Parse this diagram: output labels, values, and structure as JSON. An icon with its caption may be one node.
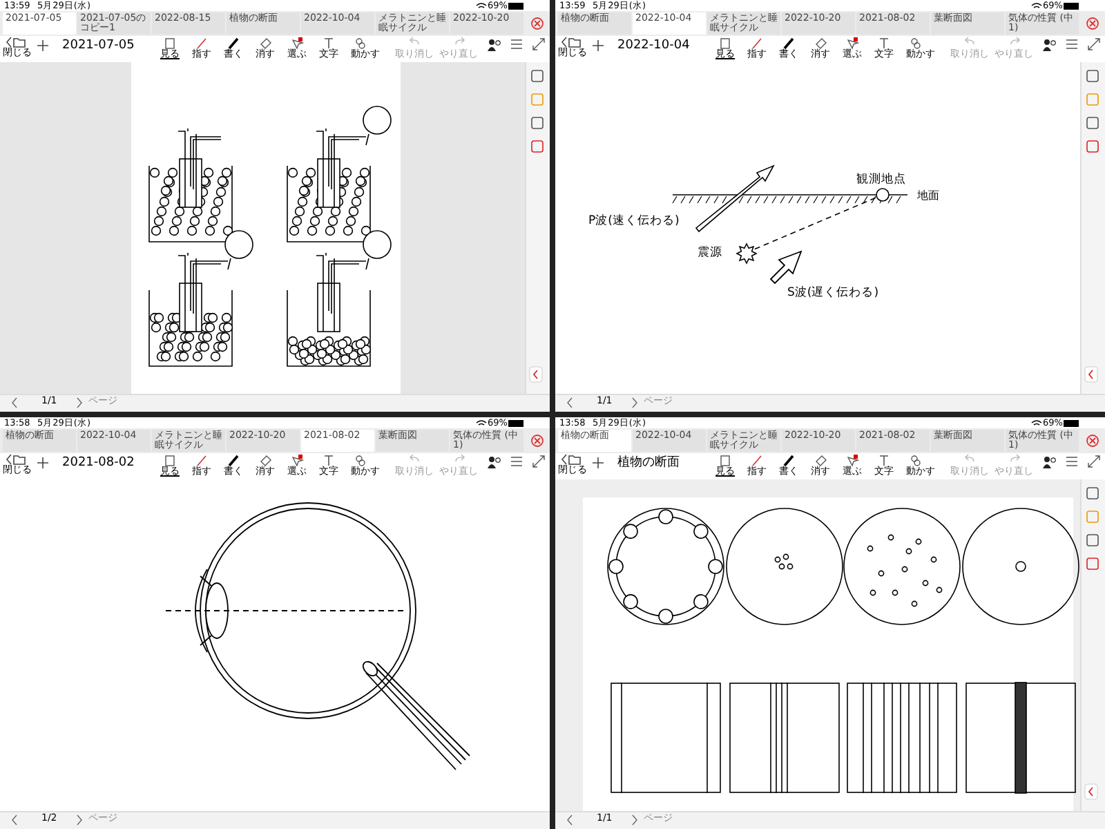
{
  "diagram": {
    "nodes": [
      {
        "text": [],
        "shape": "star",
        "beside": [
          "震源"
        ]
      },
      {
        "text": [],
        "shape": "circle",
        "beside": [
          "観測地点"
        ]
      }
    ],
    "edges": [
      {
        "from": 0,
        "to": 1,
        "arrow": "none",
        "style": "dashed"
      }
    ],
    "labels": [
      "13:59",
      "5月29日(水)",
      "69%",
      "2021-07-05",
      "2021-07-05のコピー1",
      "2022-08-15",
      "植物の断面",
      "2022-10-04",
      "メラトニンと睡眠サイクル",
      "2022-10-20",
      "閉じる",
      "2021-07-05",
      "見る",
      "指す",
      "書く",
      "消す",
      "選ぶ",
      "文字",
      "動かす",
      "取り消し",
      "やり直し",
      "1/1",
      "ページ",
      "13:59",
      "5月29日(水)",
      "69%",
      "植物の断面",
      "2022-10-04",
      "メラトニンと睡眠サイクル",
      "2022-10-20",
      "2021-08-02",
      "葉断面図",
      "気体の性質 (中1)",
      "閉じる",
      "2022-10-04",
      "見る",
      "指す",
      "書く",
      "消す",
      "選ぶ",
      "文字",
      "動かす",
      "取り消し",
      "やり直し",
      "P波(速く伝わる)",
      "S波(遅く伝わる)",
      "地面",
      "1/1",
      "ページ",
      "13:58",
      "5月29日(水)",
      "69%",
      "植物の断面",
      "2022-10-04",
      "メラトニンと睡眠サイクル",
      "2022-10-20",
      "2021-08-02",
      "葉断面図",
      "気体の性質 (中1)",
      "閉じる",
      "2021-08-02",
      "見る",
      "指す",
      "書く",
      "消す",
      "選ぶ",
      "文字",
      "動かす",
      "取り消し",
      "やり直し",
      "1/2",
      "ページ",
      "13:58",
      "5月29日(水)",
      "69%",
      "植物の断面",
      "2022-10-04",
      "メラトニンと睡眠サイクル",
      "2022-10-20",
      "2021-08-02",
      "葉断面図",
      "気体の性質 (中1)",
      "閉じる",
      "植物の断面",
      "見る",
      "指す",
      "書く",
      "消す",
      "選ぶ",
      "文字",
      "動かす",
      "取り消し",
      "やり直し",
      "1/1",
      "ページ"
    ]
  }
}
